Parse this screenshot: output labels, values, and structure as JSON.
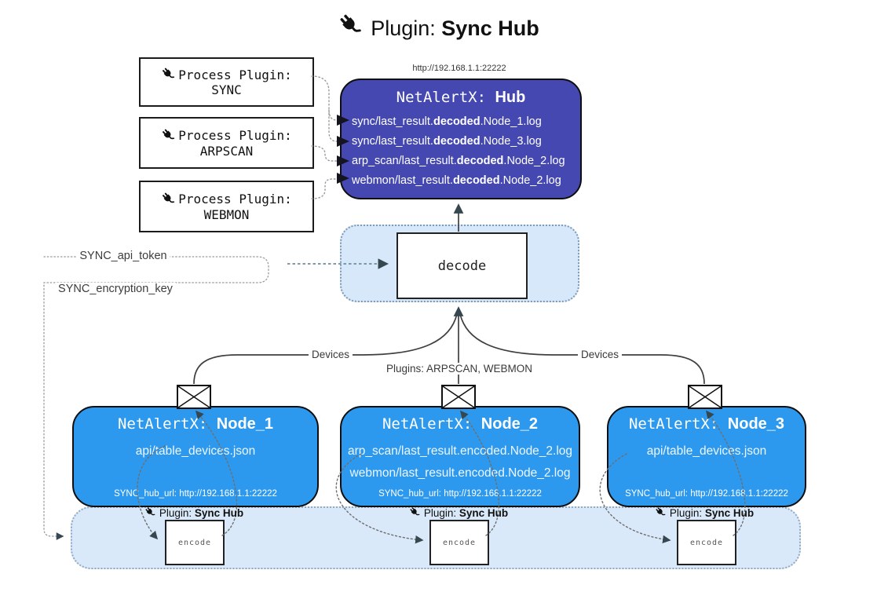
{
  "title": {
    "prefix": "Plugin: ",
    "bold": "Sync Hub"
  },
  "process_plugins": [
    {
      "label": "Process Plugin:",
      "name": "SYNC"
    },
    {
      "label": "Process Plugin:",
      "name": "ARPSCAN"
    },
    {
      "label": "Process Plugin:",
      "name": "WEBMON"
    }
  ],
  "hub": {
    "url": "http://192.168.1.1:22222",
    "title_mono": "NetAlertX: ",
    "title_bold": "Hub",
    "lines": [
      {
        "pre": "sync/last_result.",
        "bold": "decoded",
        "post": ".Node_1.log"
      },
      {
        "pre": "sync/last_result.",
        "bold": "decoded",
        "post": ".Node_3.log"
      },
      {
        "pre": "arp_scan/last_result.",
        "bold": "decoded",
        "post": ".Node_2.log"
      },
      {
        "pre": "webmon/last_result.",
        "bold": "decoded",
        "post": ".Node_2.log"
      }
    ]
  },
  "decode": {
    "label": "decode"
  },
  "keys": {
    "api_token": "SYNC_api_token",
    "encryption_key": "SYNC_encryption_key"
  },
  "edge_labels": {
    "devices_left": "Devices",
    "plugins_mid": "Plugins: ARPSCAN, WEBMON",
    "devices_right": "Devices"
  },
  "nodes": [
    {
      "title_mono": "NetAlertX: ",
      "title_bold": "Node_1",
      "lines": [
        "api/table_devices.json"
      ],
      "hub_url": "SYNC_hub_url: http://192.168.1.1:22222"
    },
    {
      "title_mono": "NetAlertX: ",
      "title_bold": "Node_2",
      "lines": [
        "arp_scan/last_result.encoded.Node_2.log",
        "webmon/last_result.encoded.Node_2.log"
      ],
      "hub_url": "SYNC_hub_url: http://192.168.1.1:22222"
    },
    {
      "title_mono": "NetAlertX: ",
      "title_bold": "Node_3",
      "lines": [
        "api/table_devices.json"
      ],
      "hub_url": "SYNC_hub_url: http://192.168.1.1:22222"
    }
  ],
  "encode": {
    "plugin_prefix": "Plugin: ",
    "plugin_bold": "Sync Hub",
    "box_label": "encode"
  },
  "icons": {
    "plug": "plug-icon",
    "envelope": "envelope-icon"
  },
  "colors": {
    "hub_fill": "#4448B0",
    "node_fill": "#2D99EE",
    "zone_fill": "#D7E8FA",
    "zone_border": "#7E9AB5",
    "arrow_dark": "#36474F",
    "dotted_gray": "#9B9B9B"
  }
}
